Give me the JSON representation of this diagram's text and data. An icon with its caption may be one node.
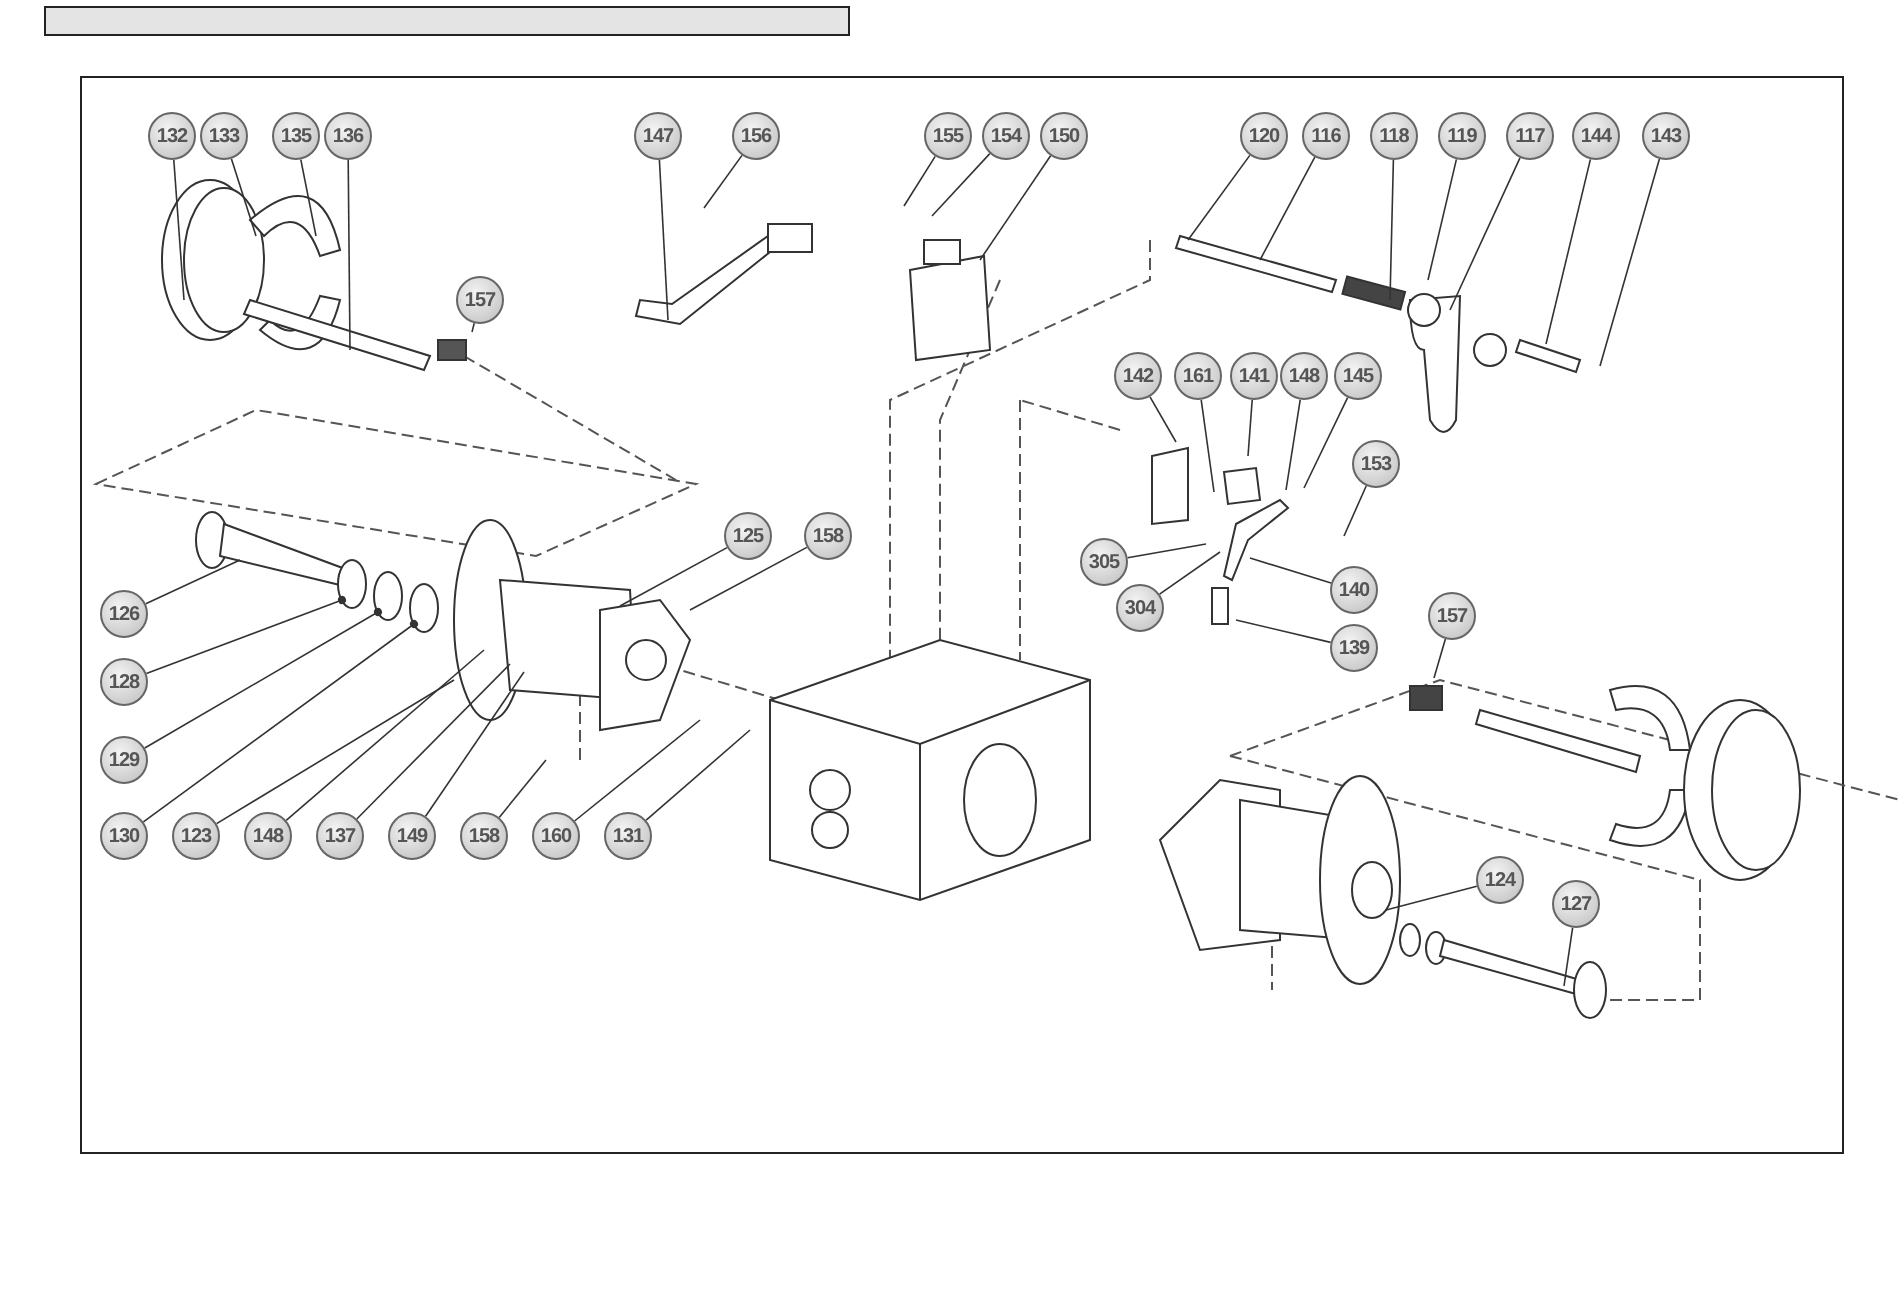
{
  "diagram": {
    "nodes": [
      {
        "text": [
          "132"
        ]
      },
      {
        "text": [
          "133"
        ]
      },
      {
        "text": [
          "135"
        ]
      },
      {
        "text": [
          "136"
        ]
      },
      {
        "text": [
          "157"
        ]
      },
      {
        "text": [
          "147"
        ]
      },
      {
        "text": [
          "156"
        ]
      },
      {
        "text": [
          "155"
        ]
      },
      {
        "text": [
          "154"
        ]
      },
      {
        "text": [
          "150"
        ]
      },
      {
        "text": [
          "120"
        ]
      },
      {
        "text": [
          "116"
        ]
      },
      {
        "text": [
          "118"
        ]
      },
      {
        "text": [
          "119"
        ]
      },
      {
        "text": [
          "117"
        ]
      },
      {
        "text": [
          "144"
        ]
      },
      {
        "text": [
          "143"
        ]
      },
      {
        "text": [
          "142"
        ]
      },
      {
        "text": [
          "161"
        ]
      },
      {
        "text": [
          "141"
        ]
      },
      {
        "text": [
          "148"
        ]
      },
      {
        "text": [
          "145"
        ]
      },
      {
        "text": [
          "153"
        ]
      },
      {
        "text": [
          "305"
        ]
      },
      {
        "text": [
          "304"
        ]
      },
      {
        "text": [
          "140"
        ]
      },
      {
        "text": [
          "139"
        ]
      },
      {
        "text": [
          "157"
        ]
      },
      {
        "text": [
          "126"
        ]
      },
      {
        "text": [
          "128"
        ]
      },
      {
        "text": [
          "129"
        ]
      },
      {
        "text": [
          "130"
        ]
      },
      {
        "text": [
          "123"
        ]
      },
      {
        "text": [
          "148"
        ]
      },
      {
        "text": [
          "137"
        ]
      },
      {
        "text": [
          "149"
        ]
      },
      {
        "text": [
          "158"
        ]
      },
      {
        "text": [
          "160"
        ]
      },
      {
        "text": [
          "131"
        ]
      },
      {
        "text": [
          "125"
        ]
      },
      {
        "text": [
          "158"
        ]
      },
      {
        "text": [
          "124"
        ]
      },
      {
        "text": [
          "127"
        ]
      }
    ],
    "edges": [
      {
        "from": 0,
        "to": null,
        "arrow": "none"
      },
      {
        "from": 1,
        "to": null,
        "arrow": "none"
      },
      {
        "from": 2,
        "to": null,
        "arrow": "none"
      },
      {
        "from": 3,
        "to": null,
        "arrow": "none"
      },
      {
        "from": 4,
        "to": null,
        "arrow": "none"
      },
      {
        "from": 5,
        "to": null,
        "arrow": "none"
      },
      {
        "from": 6,
        "to": null,
        "arrow": "none"
      },
      {
        "from": 7,
        "to": null,
        "arrow": "none"
      },
      {
        "from": 8,
        "to": null,
        "arrow": "none"
      },
      {
        "from": 9,
        "to": null,
        "arrow": "none"
      },
      {
        "from": 10,
        "to": null,
        "arrow": "none"
      },
      {
        "from": 11,
        "to": null,
        "arrow": "none"
      },
      {
        "from": 12,
        "to": null,
        "arrow": "none"
      },
      {
        "from": 13,
        "to": null,
        "arrow": "none"
      },
      {
        "from": 14,
        "to": null,
        "arrow": "none"
      },
      {
        "from": 15,
        "to": null,
        "arrow": "none"
      },
      {
        "from": 16,
        "to": null,
        "arrow": "none"
      },
      {
        "from": 17,
        "to": null,
        "arrow": "none"
      },
      {
        "from": 18,
        "to": null,
        "arrow": "none"
      },
      {
        "from": 19,
        "to": null,
        "arrow": "none"
      },
      {
        "from": 20,
        "to": null,
        "arrow": "none"
      },
      {
        "from": 21,
        "to": null,
        "arrow": "none"
      },
      {
        "from": 22,
        "to": null,
        "arrow": "none"
      },
      {
        "from": 23,
        "to": null,
        "arrow": "none"
      },
      {
        "from": 24,
        "to": null,
        "arrow": "none"
      },
      {
        "from": 25,
        "to": null,
        "arrow": "none"
      },
      {
        "from": 26,
        "to": null,
        "arrow": "none"
      },
      {
        "from": 27,
        "to": null,
        "arrow": "none"
      },
      {
        "from": 28,
        "to": null,
        "arrow": "none"
      },
      {
        "from": 29,
        "to": null,
        "arrow": "other"
      },
      {
        "from": 30,
        "to": null,
        "arrow": "other"
      },
      {
        "from": 31,
        "to": null,
        "arrow": "other"
      },
      {
        "from": 32,
        "to": null,
        "arrow": "none"
      },
      {
        "from": 33,
        "to": null,
        "arrow": "none"
      },
      {
        "from": 34,
        "to": null,
        "arrow": "none"
      },
      {
        "from": 35,
        "to": null,
        "arrow": "none"
      },
      {
        "from": 36,
        "to": null,
        "arrow": "none"
      },
      {
        "from": 37,
        "to": null,
        "arrow": "none"
      },
      {
        "from": 38,
        "to": null,
        "arrow": "none"
      },
      {
        "from": 39,
        "to": null,
        "arrow": "none"
      },
      {
        "from": 40,
        "to": null,
        "arrow": "none"
      },
      {
        "from": 41,
        "to": null,
        "arrow": "none"
      },
      {
        "from": 42,
        "to": null,
        "arrow": "none"
      }
    ]
  }
}
